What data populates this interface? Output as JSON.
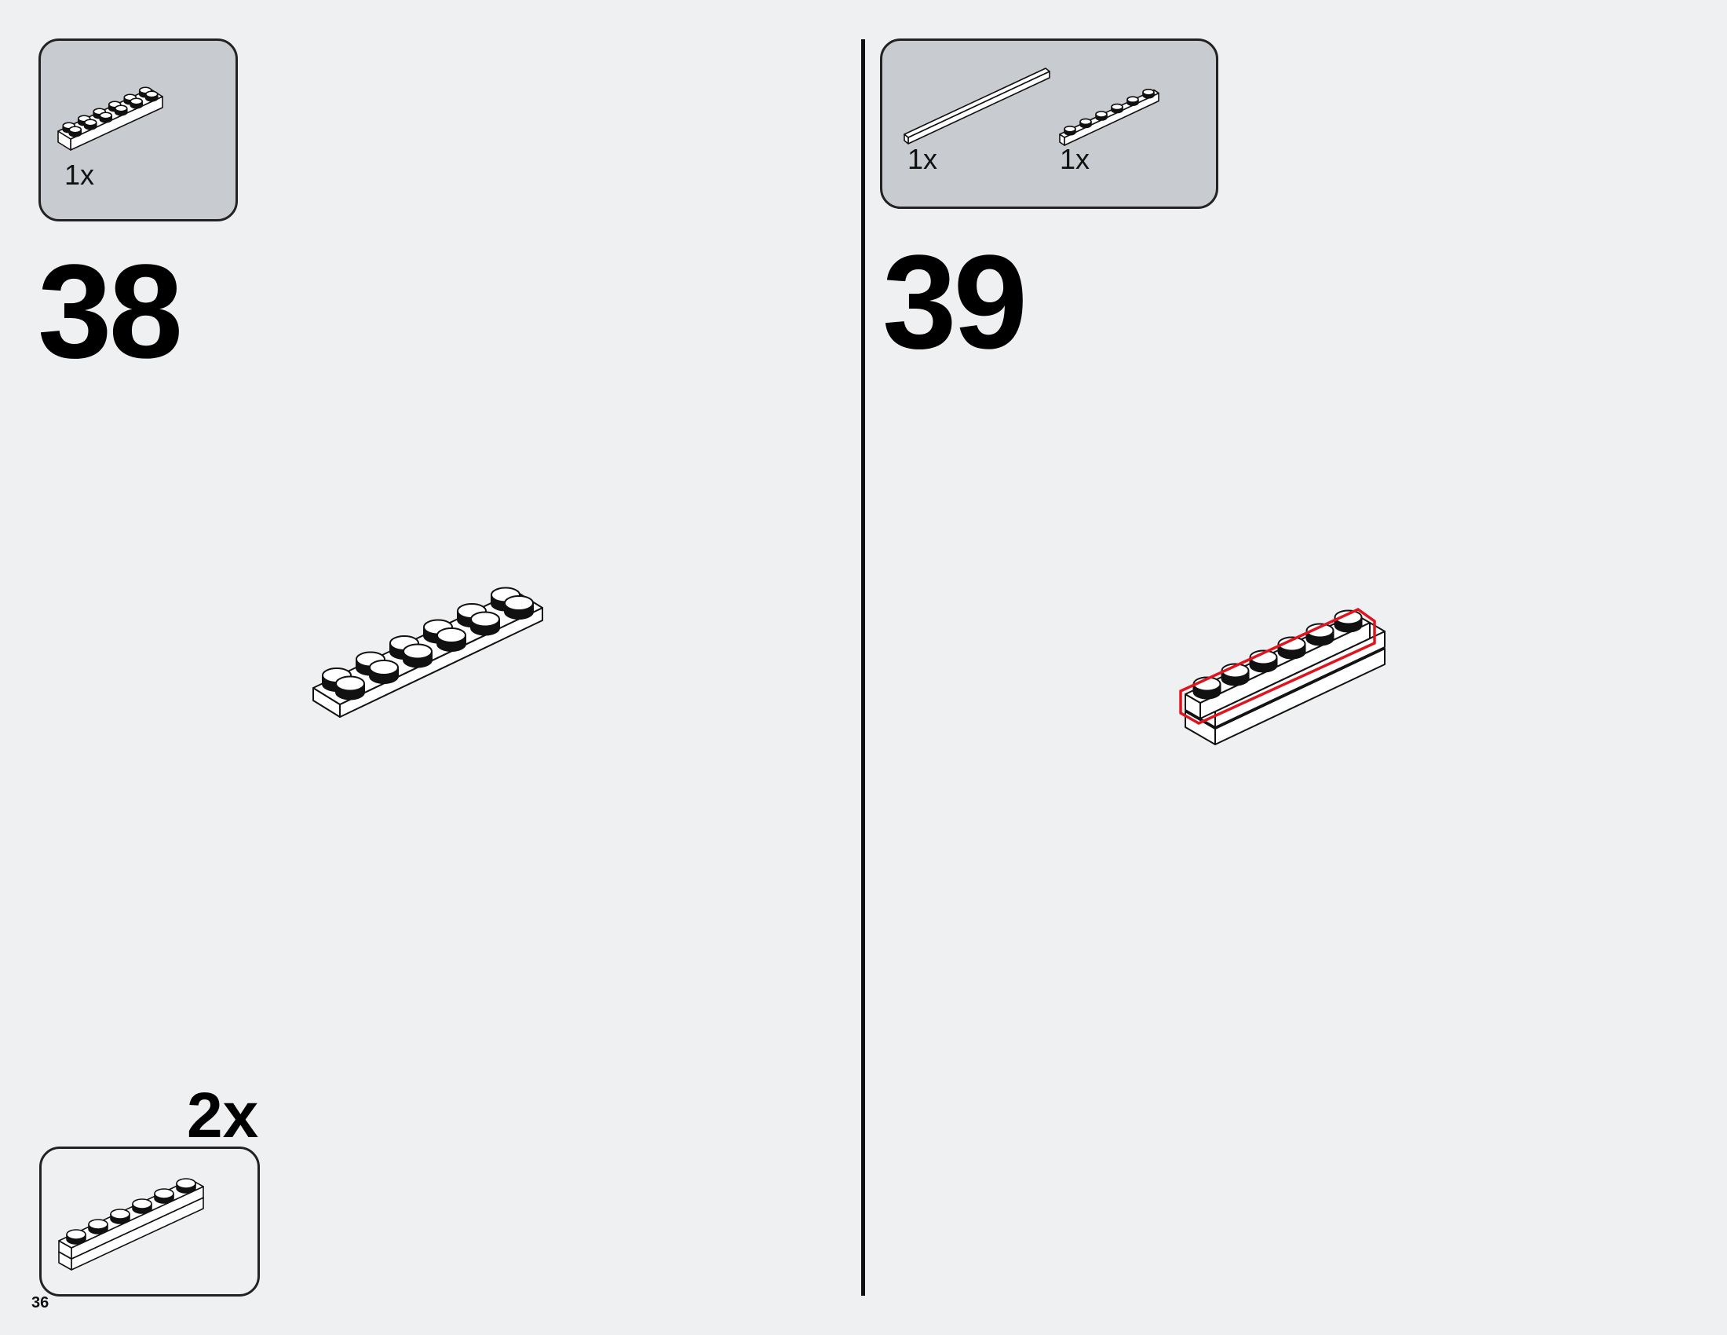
{
  "page": {
    "number": "36"
  },
  "steps": [
    {
      "number": "38",
      "parts": [
        {
          "name": "plate-2x6",
          "qty": "1x"
        }
      ]
    },
    {
      "number": "39",
      "parts": [
        {
          "name": "tile-1x6",
          "qty": "1x"
        },
        {
          "name": "plate-1x6",
          "qty": "1x"
        }
      ]
    }
  ],
  "subassembly": {
    "multiplier": "2x"
  },
  "colors": {
    "background": "#eef0f2",
    "parts_box": "#c8cbcf",
    "highlight": "#e0141e",
    "brick_fill": "#ffffff",
    "stud_fill": "#111111"
  }
}
